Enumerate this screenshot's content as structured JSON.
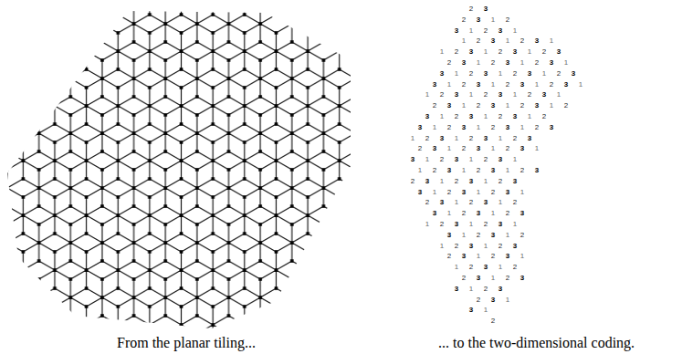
{
  "diagram": {
    "labels": [
      "2",
      "3",
      "2",
      "3",
      "1",
      "2",
      "3",
      "1",
      "2",
      "3",
      "1",
      "1",
      "2",
      "3",
      "1",
      "2",
      "3",
      "1",
      "1",
      "2",
      "3",
      "1",
      "2",
      "3",
      "1",
      "2",
      "3",
      "2",
      "3",
      "1",
      "2",
      "3",
      "1",
      "2",
      "3",
      "1",
      "3",
      "1",
      "2",
      "3",
      "1",
      "2",
      "3",
      "1",
      "2",
      "3",
      "3",
      "1",
      "2",
      "3",
      "1",
      "2",
      "3",
      "1",
      "2",
      "3",
      "1",
      "1",
      "2",
      "3",
      "1",
      "2",
      "3",
      "1",
      "2",
      "3",
      "1",
      "2",
      "3",
      "1",
      "2",
      "3",
      "1",
      "2",
      "3",
      "1",
      "2",
      "3",
      "1",
      "2",
      "3",
      "1",
      "2",
      "3",
      "1",
      "2",
      "3",
      "1",
      "2",
      "3",
      "1",
      "2",
      "3",
      "1",
      "2",
      "3",
      "1",
      "2",
      "3",
      "1",
      "2",
      "3",
      "1",
      "2",
      "3",
      "2",
      "3",
      "1",
      "2",
      "3",
      "1",
      "2",
      "3",
      "1",
      "3",
      "1",
      "2",
      "3",
      "1",
      "2",
      "3",
      "1",
      "1",
      "2",
      "3",
      "1",
      "2",
      "3",
      "1",
      "2",
      "3",
      "2",
      "3",
      "1",
      "2",
      "3",
      "1",
      "2",
      "3",
      "3",
      "1",
      "2",
      "3",
      "1",
      "2",
      "3",
      "1",
      "2",
      "3",
      "1",
      "2",
      "3",
      "1",
      "2",
      "3",
      "1",
      "2",
      "3",
      "1",
      "2",
      "3",
      "1",
      "2",
      "3",
      "1",
      "2",
      "3",
      "1",
      "3",
      "1",
      "2",
      "3",
      "1",
      "2",
      "1",
      "2",
      "3",
      "1",
      "2",
      "3",
      "2",
      "3",
      "1",
      "2",
      "3",
      "1",
      "1",
      "2",
      "3",
      "1",
      "2",
      "2",
      "3",
      "1",
      "2",
      "3",
      "3",
      "1",
      "2",
      "3",
      "2",
      "3",
      "1",
      "3",
      "1",
      "2",
      "From the planar tiling...",
      "... to the two-dimensional coding."
    ]
  }
}
